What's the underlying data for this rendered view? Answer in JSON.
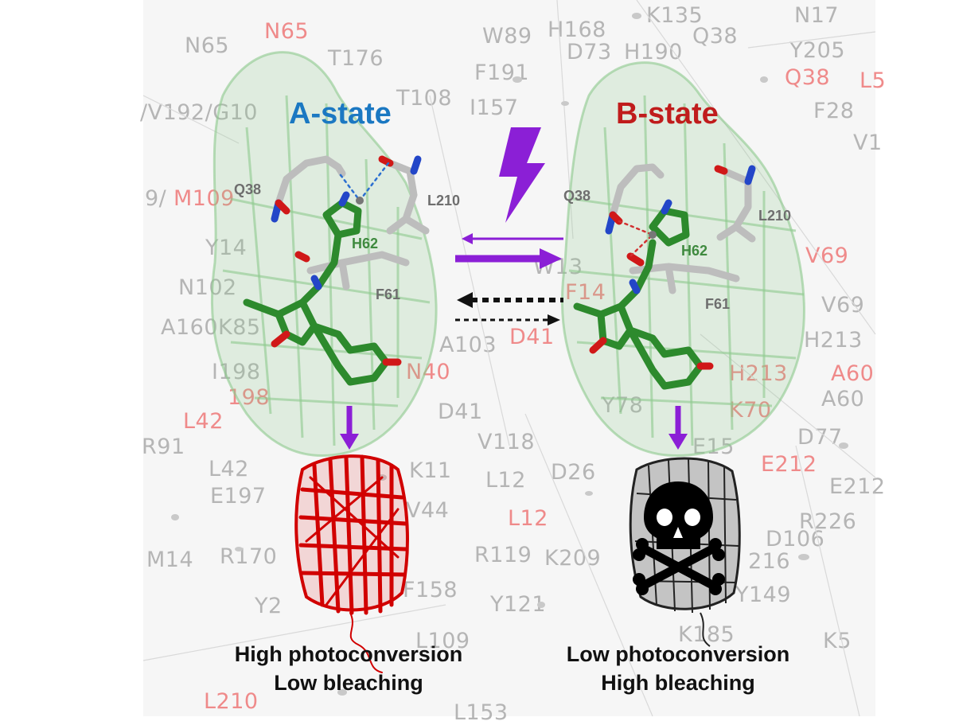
{
  "background_labels": [
    {
      "text": "N65",
      "red": false
    },
    {
      "text": "N65",
      "red": true
    },
    {
      "text": "T176",
      "red": false
    },
    {
      "text": "H168",
      "red": false
    },
    {
      "text": "K135",
      "red": false
    },
    {
      "text": "N17",
      "red": false
    },
    {
      "text": "W89",
      "red": false
    },
    {
      "text": "D73",
      "red": false
    },
    {
      "text": "H190",
      "red": false
    },
    {
      "text": "Q38",
      "red": false
    },
    {
      "text": "Y205",
      "red": false
    },
    {
      "text": "Q38",
      "red": true
    },
    {
      "text": "F191",
      "red": false
    },
    {
      "text": "T108",
      "red": false
    },
    {
      "text": "I157",
      "red": false
    },
    {
      "text": "F28",
      "red": false
    },
    {
      "text": "/V192/G10",
      "red": false
    },
    {
      "text": "9/",
      "red": false
    },
    {
      "text": "M109",
      "red": true
    },
    {
      "text": "V69",
      "red": true
    },
    {
      "text": "V69",
      "red": false
    },
    {
      "text": "Y14",
      "red": false
    },
    {
      "text": "N102",
      "red": false
    },
    {
      "text": "A160",
      "red": false
    },
    {
      "text": "K85",
      "red": false
    },
    {
      "text": "D41",
      "red": true
    },
    {
      "text": "D41",
      "red": false
    },
    {
      "text": "H213",
      "red": false
    },
    {
      "text": "H213",
      "red": true
    },
    {
      "text": "A60",
      "red": true
    },
    {
      "text": "A60",
      "red": false
    },
    {
      "text": "I198",
      "red": false
    },
    {
      "text": "198",
      "red": true
    },
    {
      "text": "L42",
      "red": true
    },
    {
      "text": "R91",
      "red": false
    },
    {
      "text": "L42",
      "red": false
    },
    {
      "text": "V118",
      "red": false
    },
    {
      "text": "Y78",
      "red": false
    },
    {
      "text": "E15",
      "red": false
    },
    {
      "text": "D77",
      "red": false
    },
    {
      "text": "E212",
      "red": true
    },
    {
      "text": "E212",
      "red": false
    },
    {
      "text": "E197",
      "red": false
    },
    {
      "text": "K11",
      "red": false
    },
    {
      "text": "L12",
      "red": false
    },
    {
      "text": "D26",
      "red": false
    },
    {
      "text": "L12",
      "red": true
    },
    {
      "text": "V44",
      "red": false
    },
    {
      "text": "R226",
      "red": false
    },
    {
      "text": "M14",
      "red": false
    },
    {
      "text": "R170",
      "red": false
    },
    {
      "text": "R119",
      "red": false
    },
    {
      "text": "K209",
      "red": false
    },
    {
      "text": "D106",
      "red": false
    },
    {
      "text": "F158",
      "red": false
    },
    {
      "text": "Y121",
      "red": false
    },
    {
      "text": "Y149",
      "red": false
    },
    {
      "text": "Y2",
      "red": false
    },
    {
      "text": "L109",
      "red": false
    },
    {
      "text": "K185",
      "red": false
    },
    {
      "text": "K5",
      "red": false
    },
    {
      "text": "L210",
      "red": true
    },
    {
      "text": "L153",
      "red": false
    },
    {
      "text": "K70",
      "red": true
    },
    {
      "text": "216",
      "red": false
    },
    {
      "text": "L5",
      "red": true
    },
    {
      "text": "V1",
      "red": false
    },
    {
      "text": "W13",
      "red": false
    },
    {
      "text": "F14",
      "red": true
    },
    {
      "text": "N40",
      "red": true
    },
    {
      "text": "A103",
      "red": false
    }
  ],
  "states": {
    "a": {
      "title": "A-state",
      "color": "#1b78c2"
    },
    "b": {
      "title": "B-state",
      "color": "#c01c1c"
    }
  },
  "residues": {
    "a_q38": "Q38",
    "a_l210": "L210",
    "a_h62": "H62",
    "a_f61": "F61",
    "b_q38": "Q38",
    "b_l210": "L210",
    "b_h62": "H62",
    "b_f61": "F61"
  },
  "icons": [
    "lightning-icon",
    "skull-crossbones-icon",
    "red-protein-barrel-icon",
    "gray-protein-barrel-icon"
  ],
  "colors": {
    "purple": "#8b1fd6",
    "green_ribbon": "#8ec98e",
    "carbon_green": "#2d8a2d",
    "oxygen": "#d01818",
    "nitrogen": "#2346c8",
    "carbon_gray": "#bdbdbd"
  },
  "captions": {
    "a_line1": "High photoconversion",
    "a_line2": "Low bleaching",
    "b_line1": "Low photoconversion",
    "b_line2": "High bleaching"
  }
}
